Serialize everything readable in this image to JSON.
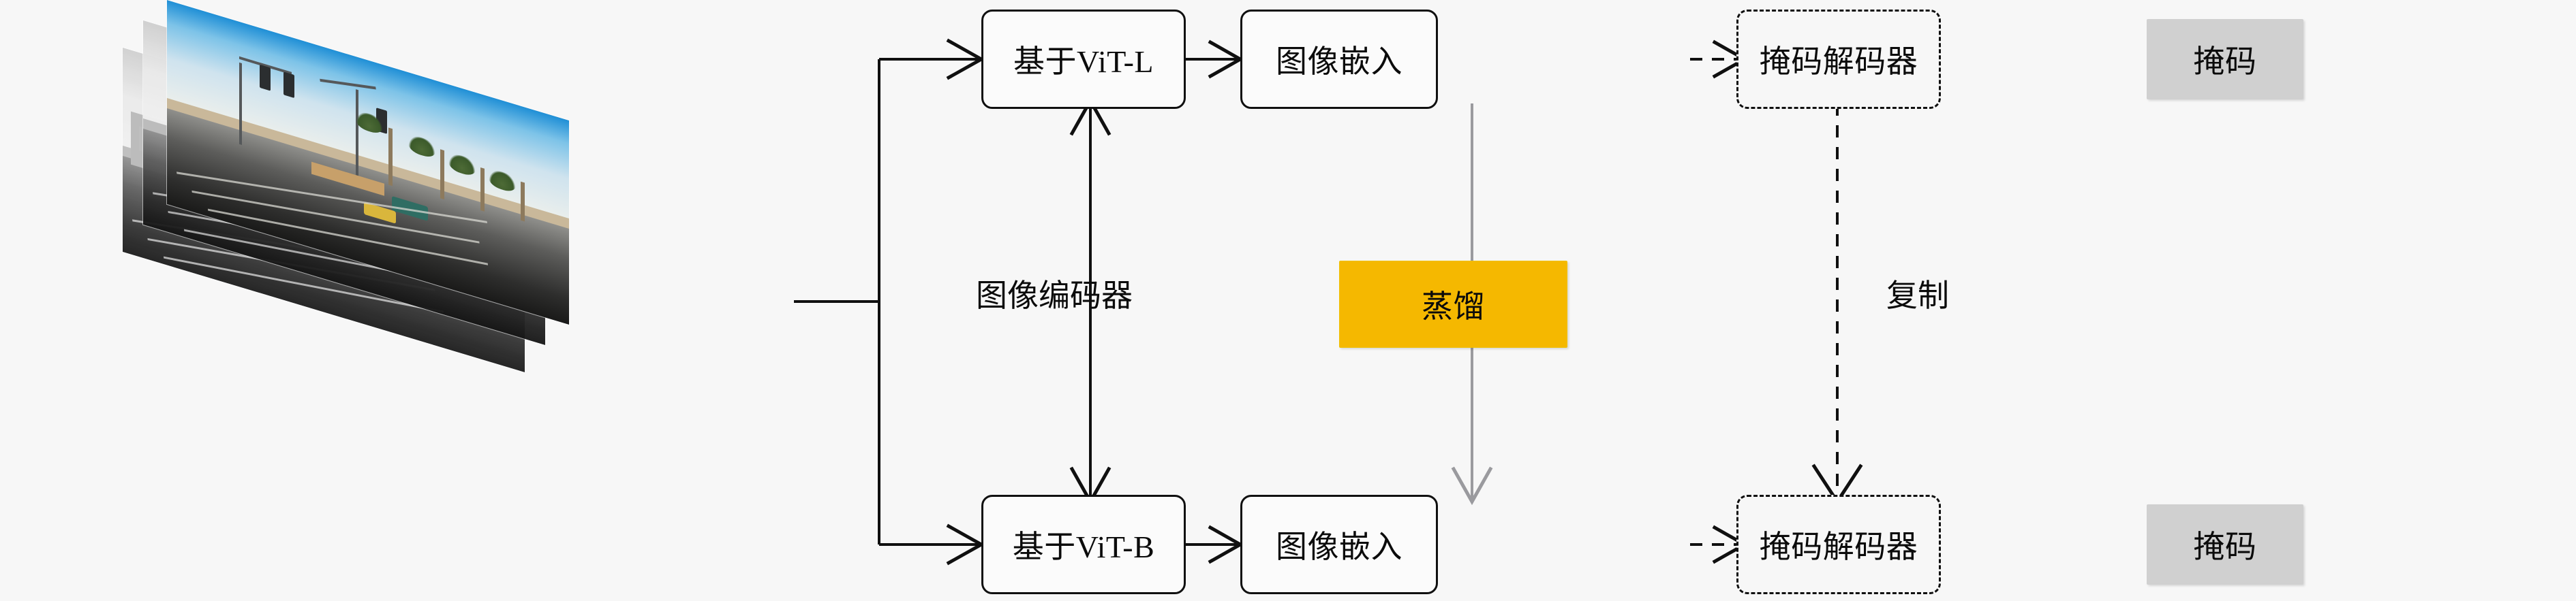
{
  "figure": {
    "background_color": "#f7f7f7",
    "accent_color": "#f5b800",
    "mask_fill_color": "#d0d0d0",
    "distill_arrow_color": "#9a9a9e"
  },
  "input": {
    "name": "image-stack",
    "layer_count": 3,
    "description": "街景图像堆叠"
  },
  "teacher_branch": {
    "encoder_label": "基于ViT-L",
    "embedding_label": "图像嵌入",
    "decoder_label": "掩码解码器",
    "output_label": "掩码"
  },
  "student_branch": {
    "encoder_label": "基于ViT-B",
    "embedding_label": "图像嵌入",
    "decoder_label": "掩码解码器",
    "output_label": "掩码"
  },
  "annotations": {
    "encoder_group_label": "图像编码器",
    "distillation_label": "蒸馏",
    "copy_label": "复制"
  }
}
